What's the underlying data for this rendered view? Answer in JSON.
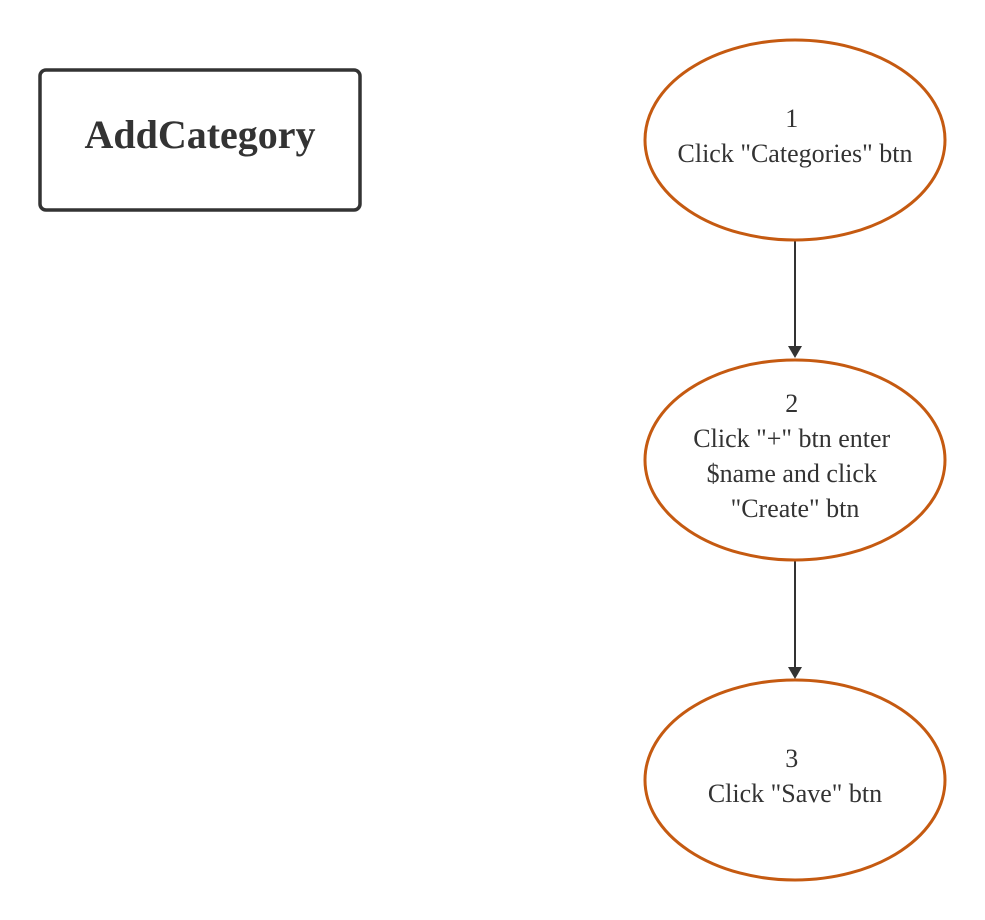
{
  "diagram": {
    "title": "AddCategory",
    "colors": {
      "node_stroke": "#c55a11",
      "title_stroke": "#333333",
      "edge": "#333333",
      "text": "#333333"
    },
    "nodes": [
      {
        "id": "step-1",
        "lines": [
          "1",
          "Click \"Categories\" btn"
        ]
      },
      {
        "id": "step-2",
        "lines": [
          "2",
          "Click \"+\" btn enter",
          "$name and click",
          "\"Create\" btn"
        ]
      },
      {
        "id": "step-3",
        "lines": [
          "3",
          "Click \"Save\" btn"
        ]
      }
    ],
    "edges": [
      {
        "from": "step-1",
        "to": "step-2"
      },
      {
        "from": "step-2",
        "to": "step-3"
      }
    ]
  }
}
